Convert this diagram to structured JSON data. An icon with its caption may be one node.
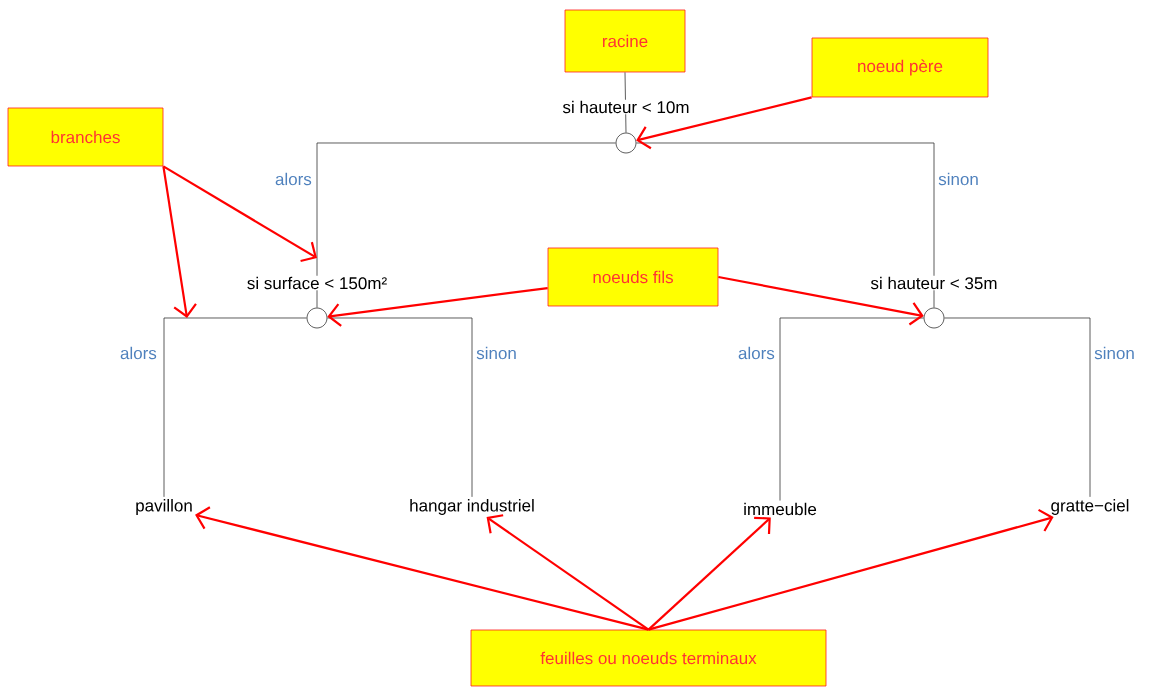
{
  "diagram": {
    "nodes": [
      {
        "text": [
          "racine"
        ]
      },
      {
        "text": [
          "noeud père"
        ]
      },
      {
        "text": [],
        "shape": "circle",
        "beside": [
          "si hauteur < 10m"
        ]
      },
      {
        "text": [
          "branches"
        ]
      },
      {
        "text": [],
        "shape": "circle",
        "beside": [
          "si surface < 150m²"
        ]
      },
      {
        "text": [
          "noeuds fils"
        ]
      },
      {
        "text": [],
        "shape": "circle",
        "beside": [
          "si hauteur < 35m"
        ]
      },
      {
        "text": [
          "pavillon"
        ]
      },
      {
        "text": [
          "hangar industriel"
        ]
      },
      {
        "text": [
          "immeuble"
        ]
      },
      {
        "text": [
          "gratte−ciel"
        ]
      },
      {
        "text": [
          "feuilles ou noeuds terminaux"
        ]
      }
    ],
    "edges": [
      {
        "from": 0,
        "to": 2,
        "arrow": "none",
        "color": "#333333"
      },
      {
        "from": 2,
        "to": 4,
        "arrow": "none",
        "label": "alors",
        "color": "#333333"
      },
      {
        "from": 2,
        "to": 6,
        "arrow": "none",
        "label": "sinon",
        "color": "#333333"
      },
      {
        "from": 4,
        "to": 7,
        "arrow": "none",
        "label": "alors",
        "color": "#333333"
      },
      {
        "from": 4,
        "to": 8,
        "arrow": "none",
        "label": "sinon",
        "color": "#333333"
      },
      {
        "from": 6,
        "to": 9,
        "arrow": "none",
        "label": "alors",
        "color": "#333333"
      },
      {
        "from": 6,
        "to": 10,
        "arrow": "none",
        "label": "sinon",
        "color": "#333333"
      },
      {
        "from": 1,
        "to": 2,
        "arrow": "to"
      },
      {
        "from": 3,
        "to": null,
        "arrow": "to"
      },
      {
        "from": 3,
        "to": null,
        "arrow": "to"
      },
      {
        "from": 5,
        "to": 4,
        "arrow": "to"
      },
      {
        "from": 5,
        "to": 6,
        "arrow": "to"
      },
      {
        "from": 11,
        "to": 7,
        "arrow": "to"
      },
      {
        "from": 11,
        "to": 8,
        "arrow": "to"
      },
      {
        "from": 11,
        "to": 9,
        "arrow": "to"
      },
      {
        "from": 11,
        "to": 10,
        "arrow": "to"
      }
    ]
  }
}
